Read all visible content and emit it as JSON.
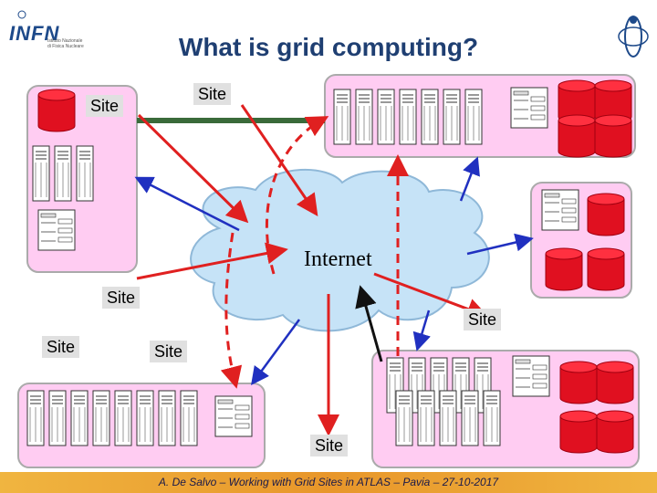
{
  "title": "What is grid computing?",
  "logo": {
    "name": "INFN",
    "line1": "Istituto Nazionale",
    "line2": "di Fisica Nucleare"
  },
  "internet_label": "Internet",
  "site_labels": [
    "Site",
    "Site",
    "Site",
    "Site",
    "Site",
    "Site",
    "Site"
  ],
  "footer": "A. De Salvo – Working with Grid Sites in ATLAS – Pavia – 27-10-2017",
  "colors": {
    "title": "#1f3f72",
    "site_box": "#ffccf2",
    "cloud": "#c6e3f7",
    "arrow_red": "#e02020",
    "arrow_blue": "#2030c0",
    "disk": "#e01020",
    "footer": "#e8962a"
  }
}
